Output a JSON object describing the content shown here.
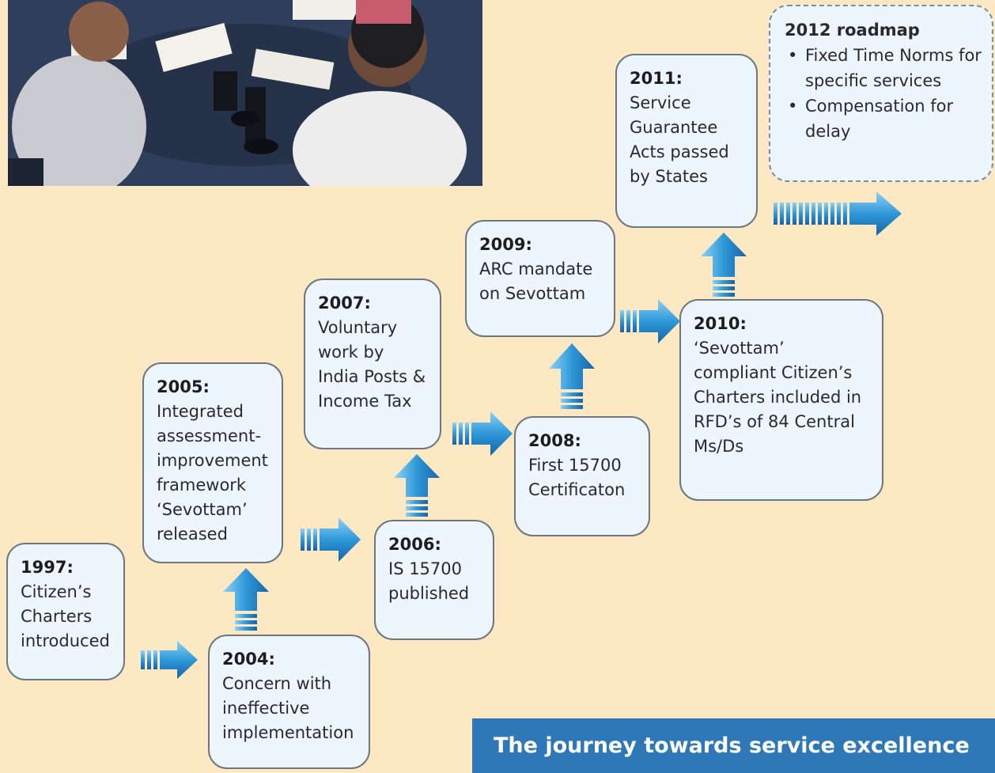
{
  "milestones": [
    {
      "year": "1997:",
      "text": "Citizen’s Charters introduced"
    },
    {
      "year": "2004:",
      "text": "Concern with ineffective implementation"
    },
    {
      "year": "2005:",
      "text": "Integrated assessment-improvement framework ‘Sevottam’ released"
    },
    {
      "year": "2006:",
      "text": "IS 15700 published"
    },
    {
      "year": "2007:",
      "text": "Voluntary work by India Posts & Income Tax"
    },
    {
      "year": "2008:",
      "text": "First 15700 Certificaton"
    },
    {
      "year": "2009:",
      "text": "ARC mandate on Sevottam"
    },
    {
      "year": "2010:",
      "text": "‘Sevottam’ compliant Citizen’s Charters included in RFD’s of 84 Central Ms/Ds"
    },
    {
      "year": "2011:",
      "text": "Service Guarantee Acts passed by States"
    }
  ],
  "roadmap": {
    "title": "2012 roadmap",
    "items": [
      "Fixed Time Norms for specific services",
      "Compensation for delay"
    ]
  },
  "banner": {
    "title": "The journey towards service excellence"
  },
  "colors": {
    "background": "#FCE9C4",
    "box_fill": "#EEF6FD",
    "arrow": "#2F8DD0",
    "banner": "#2F78B8"
  }
}
